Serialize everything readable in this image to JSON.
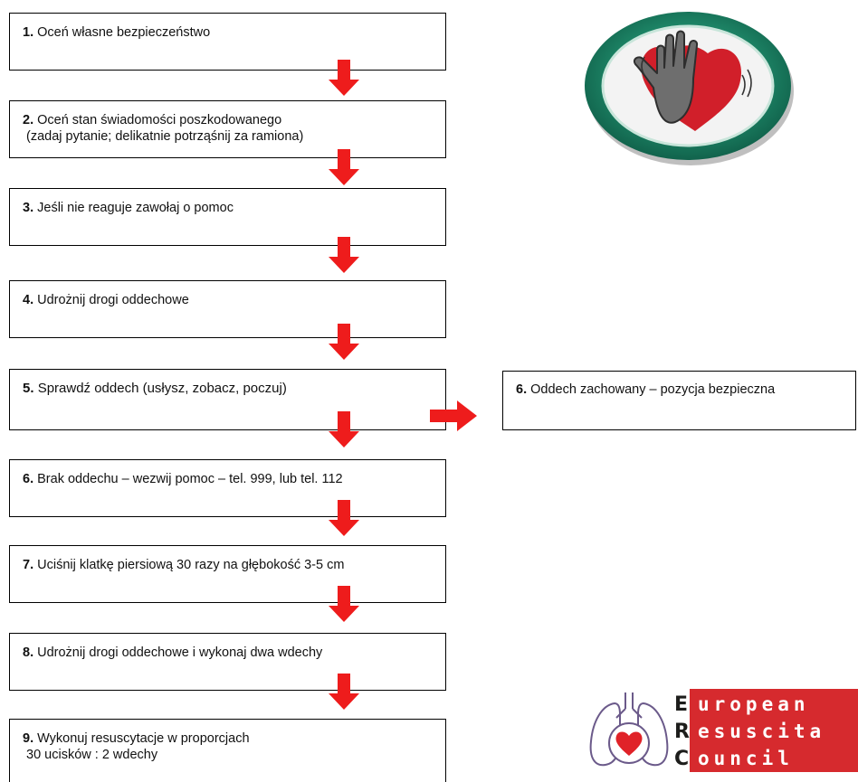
{
  "steps": [
    {
      "num": "1.",
      "text": "Oceń własne bezpieczeństwo",
      "text2": ""
    },
    {
      "num": "2.",
      "text": "Oceń stan  świadomości poszkodowanego",
      "text2": "(zadaj pytanie; delikatnie potrząśnij za ramiona)"
    },
    {
      "num": "3.",
      "text": "Jeśli nie reaguje zawołaj o pomoc",
      "text2": ""
    },
    {
      "num": "4.",
      "text": "Udrożnij drogi oddechowe",
      "text2": ""
    },
    {
      "num": "5.",
      "text": "Sprawdź oddech (usłysz, zobacz, poczuj)",
      "text2": ""
    },
    {
      "num": "6.",
      "text": "Brak oddechu – wezwij pomoc – tel. 999, lub tel. 112",
      "text2": ""
    },
    {
      "num": "7.",
      "text": "Uciśnij klatkę piersiową 30 razy na głębokość 3-5 cm",
      "text2": ""
    },
    {
      "num": "8.",
      "text": "Udrożnij drogi oddechowe i wykonaj dwa wdechy",
      "text2": ""
    },
    {
      "num": "9.",
      "text": "Wykonuj resuscytacje w proporcjach",
      "text2": "30 ucisków : 2 wdechy"
    }
  ],
  "side_step": {
    "num": "6.",
    "text": "Oddech zachowany – pozycja bezpieczna"
  },
  "logo": {
    "rows": [
      {
        "cap": "E",
        "rest": "uropean"
      },
      {
        "cap": "R",
        "rest": "esuscita"
      },
      {
        "cap": "C",
        "rest": "ouncil"
      }
    ]
  },
  "colors": {
    "arrow": "#ee1c1c",
    "badge_ring": "#1f8a6a",
    "logo_red": "#d62a2e"
  }
}
